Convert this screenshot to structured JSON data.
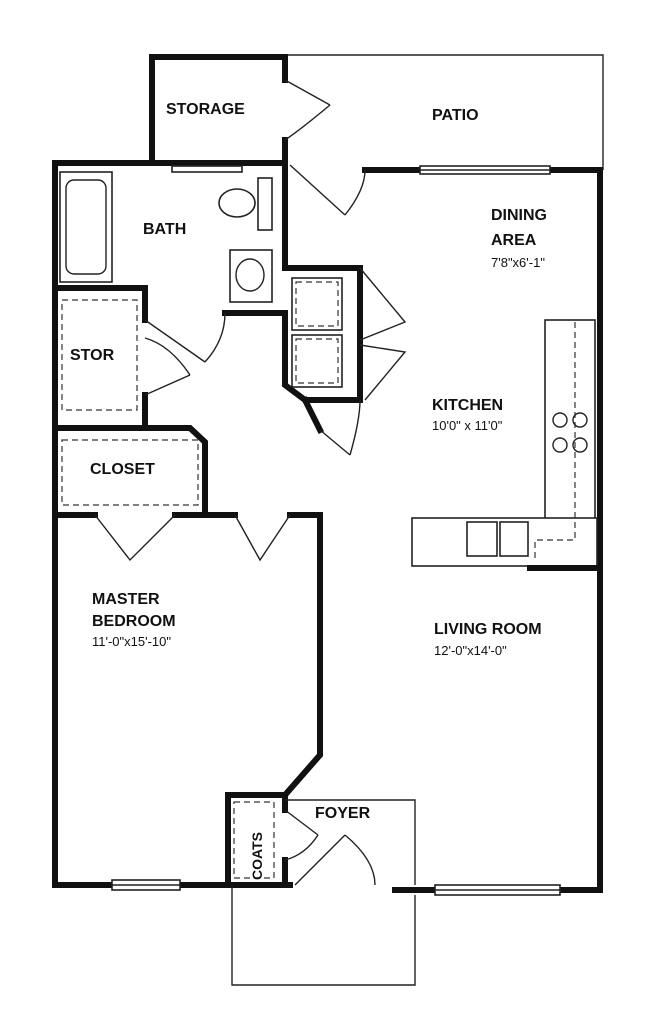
{
  "rooms": {
    "storage": "STORAGE",
    "patio": "PATIO",
    "bath": "BATH",
    "dining": {
      "line1": "DINING",
      "line2": "AREA",
      "dim": "7'8\"x6'-1\""
    },
    "stor": "STOR",
    "kitchen": {
      "name": "KITCHEN",
      "dim": "10'0\" x 11'0\""
    },
    "closet": "CLOSET",
    "master": {
      "line1": "MASTER",
      "line2": "BEDROOM",
      "dim": "11'-0\"x15'-10\""
    },
    "living": {
      "name": "LIVING ROOM",
      "dim": "12'-0\"x14'-0\""
    },
    "coats": "COATS",
    "foyer": "FOYER"
  }
}
